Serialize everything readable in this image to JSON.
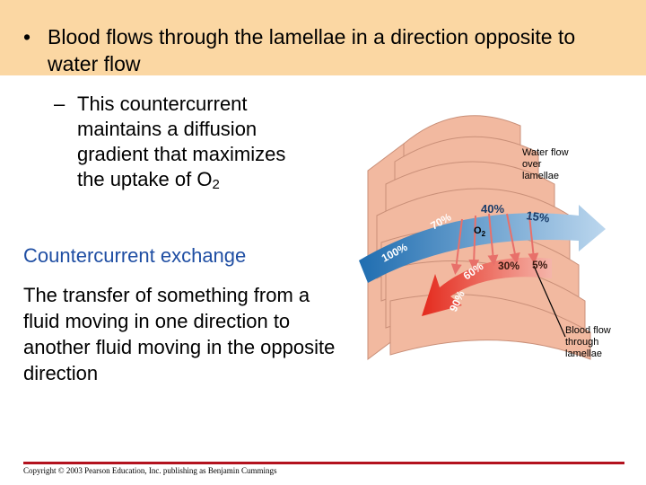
{
  "slide": {
    "bullet_marker": "•",
    "bullet_text": "Blood flows through the lamellae in a direction opposite to water flow",
    "sub_marker": "–",
    "sub_text": "This countercurrent maintains a diffusion gradient that maximizes the uptake of O",
    "sub_subscript": "2",
    "section_title": "Countercurrent exchange",
    "definition": "The transfer of something from a fluid moving in one direction to another fluid moving in the opposite direction",
    "copyright": "Copyright © 2003 Pearson Education, Inc. publishing as Benjamin Cummings"
  },
  "diagram": {
    "water_label_lines": [
      "Water flow",
      "over",
      "lamellae"
    ],
    "blood_label_lines": [
      "Blood flow",
      "through",
      "lamellae"
    ],
    "water_percents": [
      "100%",
      "70%",
      "40%",
      "15%"
    ],
    "blood_percents": [
      "90%",
      "60%",
      "30%",
      "5%"
    ],
    "o2_label": "O",
    "o2_subscript": "2",
    "colors": {
      "lamella_fill": "#f2b9a0",
      "lamella_stroke": "#c98f78",
      "water_dark": "#1f6db0",
      "water_light": "#bcd7ee",
      "blood_dark": "#e42a1d",
      "blood_light": "#f5b5aa",
      "o2_arrow": "#e8706a",
      "header_bg": "#fbd7a3",
      "accent_text": "#1f4ea3",
      "footer_line": "#b3121e"
    }
  }
}
